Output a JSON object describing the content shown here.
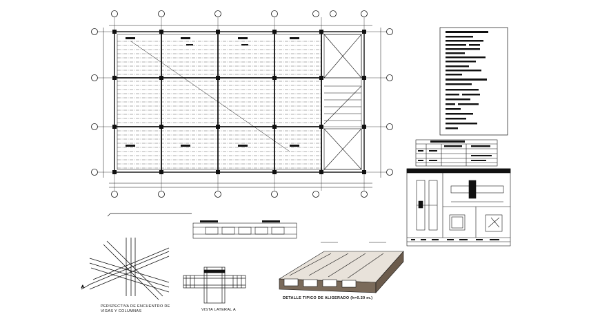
{
  "captions": {
    "perspective": "PERSPECTIVA DE ENCUENTRO DE",
    "perspective_line2": "VIGAS Y COLUMNAS",
    "lateral": "VISTA LATERAL A",
    "detail": "DETALLE TIPICO DE ALIGERADO (h=0.20 m.)",
    "detail_mark": "A"
  },
  "colors": {
    "line": "#111111",
    "slab": "#7a6a5a",
    "slab_top": "#e8e2da"
  }
}
